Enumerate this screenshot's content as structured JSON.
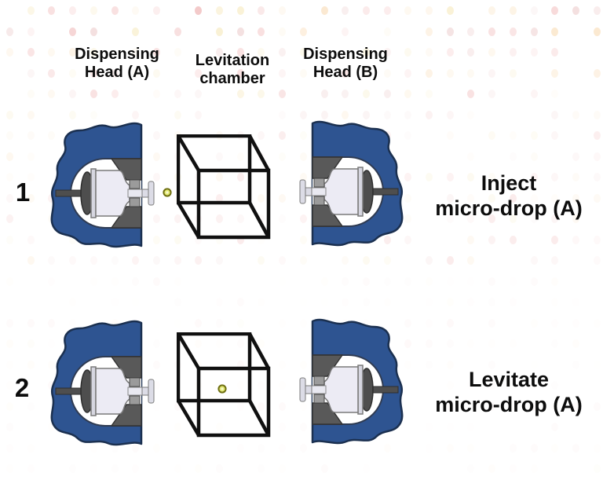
{
  "figure": {
    "columns": [
      {
        "label": "Dispensing\nHead (A)"
      },
      {
        "label": "Levitation\nchamber"
      },
      {
        "label": "Dispensing\nHead (B)"
      }
    ],
    "rows": [
      {
        "number": "1",
        "action": "Inject\nmicro-drop (A)",
        "drop_location": "between dispensing head A and levitation chamber"
      },
      {
        "number": "2",
        "action": "Levitate\nmicro-drop (A)",
        "drop_location": "center of levitation chamber"
      }
    ],
    "icons": {
      "dispensing_head": "dispensing-head-icon",
      "levitation_chamber": "levitation-chamber-cube-icon",
      "micro_drop": "micro-drop-icon"
    },
    "colors": {
      "head_blue": "#2e5491",
      "head_outline": "#1b3050",
      "block_gray": "#595959",
      "block_outline": "#333333",
      "syringe_light": "#ecebf4",
      "syringe_outline": "#7a7a7a",
      "plunger_dark": "#4e4e4e",
      "cube_line": "#101010",
      "drop_fill": "#e3e873",
      "drop_ring": "#6f7013",
      "drop_highlight": "#f7f9cf",
      "dot_palette": [
        "#f2c3c3",
        "#f6cfcf",
        "#fbe7cd",
        "#f9f0d2",
        "#f3dede",
        "#fdf3e4"
      ]
    }
  }
}
